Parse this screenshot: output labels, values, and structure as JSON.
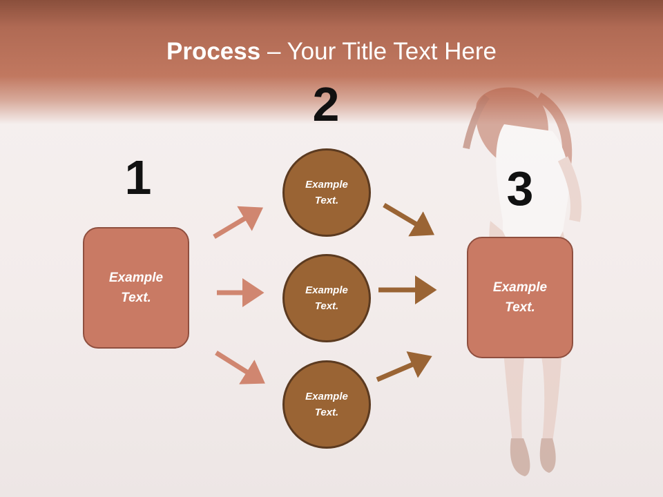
{
  "title": {
    "bold": "Process",
    "separator": " – ",
    "rest": "Your Title Text Here"
  },
  "steps": [
    {
      "number": "1",
      "text_line1": "Example",
      "text_line2": "Text."
    },
    {
      "number": "2",
      "text_line1": "Example",
      "text_line2": "Text."
    },
    {
      "number": "3",
      "text_line1": "Example",
      "text_line2": "Text."
    }
  ],
  "circles": [
    {
      "line1": "Example",
      "line2": "Text."
    },
    {
      "line1": "Example",
      "line2": "Text."
    },
    {
      "line1": "Example",
      "line2": "Text."
    }
  ],
  "colors": {
    "header": "#c17860",
    "box_fill": "#c97a64",
    "circle_fill": "#9a6434",
    "arrow_left": "#d08670",
    "arrow_right": "#9a6434"
  }
}
